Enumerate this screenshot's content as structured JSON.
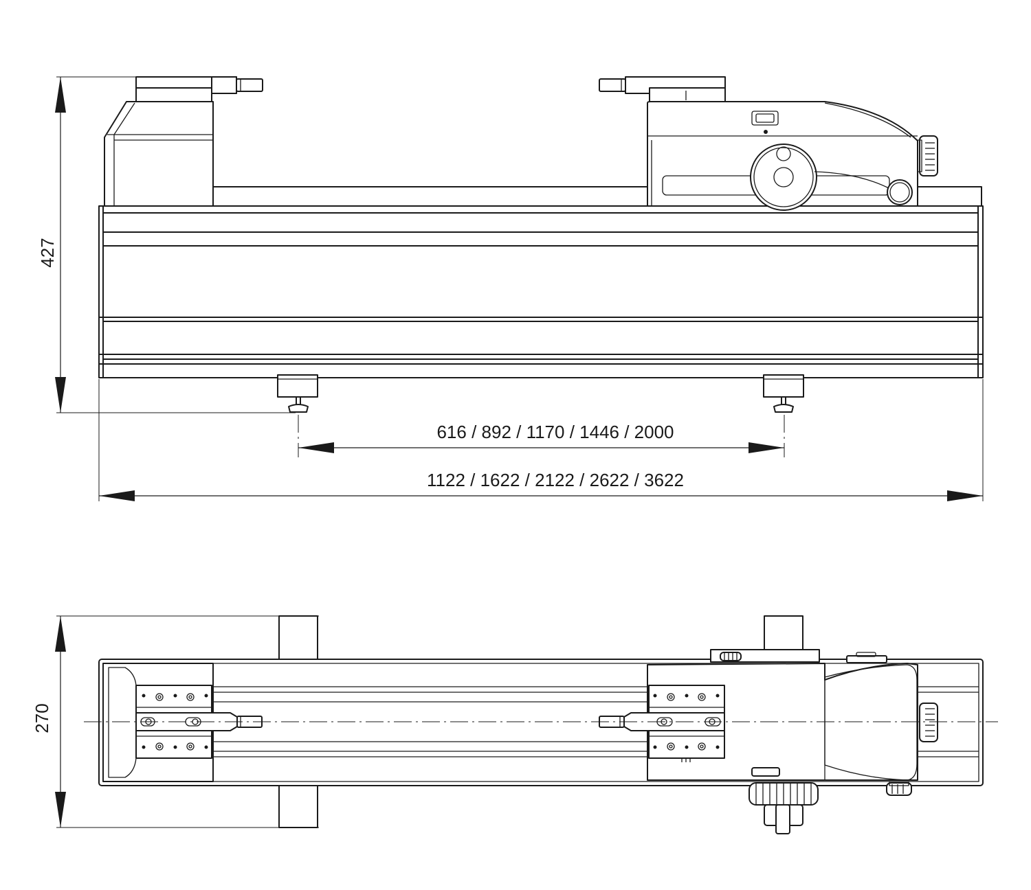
{
  "dimensions": {
    "side_view_height": "427",
    "foot_spacing": "616 / 892 / 1170 / 1446 / 2000",
    "overall_length": "1122 / 1622 / 2122 / 2622 / 3622",
    "top_view_width": "270"
  }
}
